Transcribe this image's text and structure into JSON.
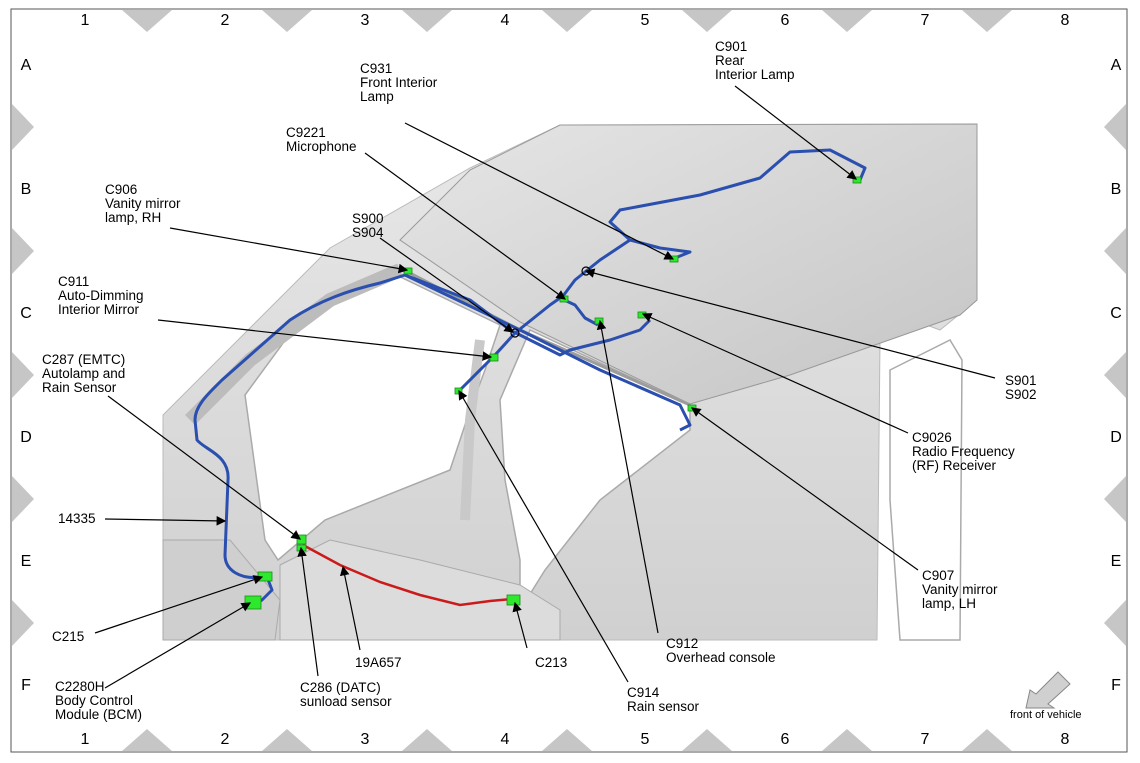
{
  "grid": {
    "columns": [
      "1",
      "2",
      "3",
      "4",
      "5",
      "6",
      "7",
      "8"
    ],
    "rows": [
      "A",
      "B",
      "C",
      "D",
      "E",
      "F"
    ]
  },
  "callouts": {
    "c901": [
      "C901",
      "Rear",
      "Interior Lamp"
    ],
    "c931": [
      "C931",
      "Front Interior",
      "Lamp"
    ],
    "c9221": [
      "C9221",
      "Microphone"
    ],
    "c906": [
      "C906",
      "Vanity mirror",
      "lamp, RH"
    ],
    "s900": [
      "S900",
      "S904"
    ],
    "c911": [
      "C911",
      "Auto-Dimming",
      "Interior Mirror"
    ],
    "c287": [
      "C287 (EMTC)",
      "Autolamp and",
      "Rain Sensor"
    ],
    "w14335": [
      "14335"
    ],
    "c215": [
      "C215"
    ],
    "c2280h": [
      "C2280H",
      "Body Control",
      "Module (BCM)"
    ],
    "c286": [
      "C286 (DATC)",
      "sunload sensor"
    ],
    "w19a657": [
      "19A657"
    ],
    "c213": [
      "C213"
    ],
    "c912": [
      "C912",
      "Overhead console"
    ],
    "c914": [
      "C914",
      "Rain sensor"
    ],
    "s901": [
      "S901",
      "S902"
    ],
    "c9026": [
      "C9026",
      "Radio Frequency",
      "(RF) Receiver"
    ],
    "c907": [
      "C907",
      "Vanity mirror",
      "lamp, LH"
    ]
  },
  "front_of_vehicle": "front of vehicle",
  "colors": {
    "harness_blue": "#2a4fae",
    "harness_red": "#cc1a1a",
    "connector_green": "#2ee82e",
    "body_gray": "#d9d9d9",
    "roof_gray": "#cfcfcf",
    "marker_gray": "#c6c6c6"
  }
}
